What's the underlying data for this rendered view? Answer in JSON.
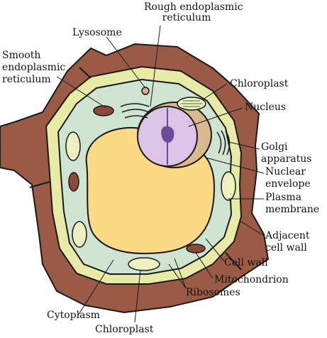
{
  "labels": {
    "rough_er": [
      "Rough endoplasmic",
      "reticulum"
    ],
    "lysosome": [
      "Lysosome"
    ],
    "smooth_er": [
      "Smooth",
      "endoplasmic",
      "reticulum"
    ],
    "chloroplast_top": [
      "Chloroplast"
    ],
    "nucleus": [
      "Nucleus"
    ],
    "golgi": [
      "Golgi",
      "apparatus"
    ],
    "nuclear_envelope": [
      "Nuclear",
      "envelope"
    ],
    "plasma_membrane": [
      "Plasma",
      "membrane"
    ],
    "adjacent_cell_wall": [
      "Adjacent",
      "cell wall"
    ],
    "cell_wall": [
      "Cell wall"
    ],
    "mitochondrion": [
      "Mitochondrion"
    ],
    "ribosomes": [
      "Ribosomes"
    ],
    "cytoplasm": [
      "Cytoplasm"
    ],
    "chloroplast_bottom": [
      "Chloroplast"
    ]
  },
  "colors": {
    "adjacent_wall": "#9a5a45",
    "cell_wall": "#e8eba6",
    "cytoplasm": "#cfe5d2",
    "vacuole": "#fbd985",
    "nucleus": "#dcc4e6",
    "nucleolus": "#6b4a9a",
    "mitochondrion": "#8b4a36",
    "chloroplast": "#eef0c0"
  }
}
